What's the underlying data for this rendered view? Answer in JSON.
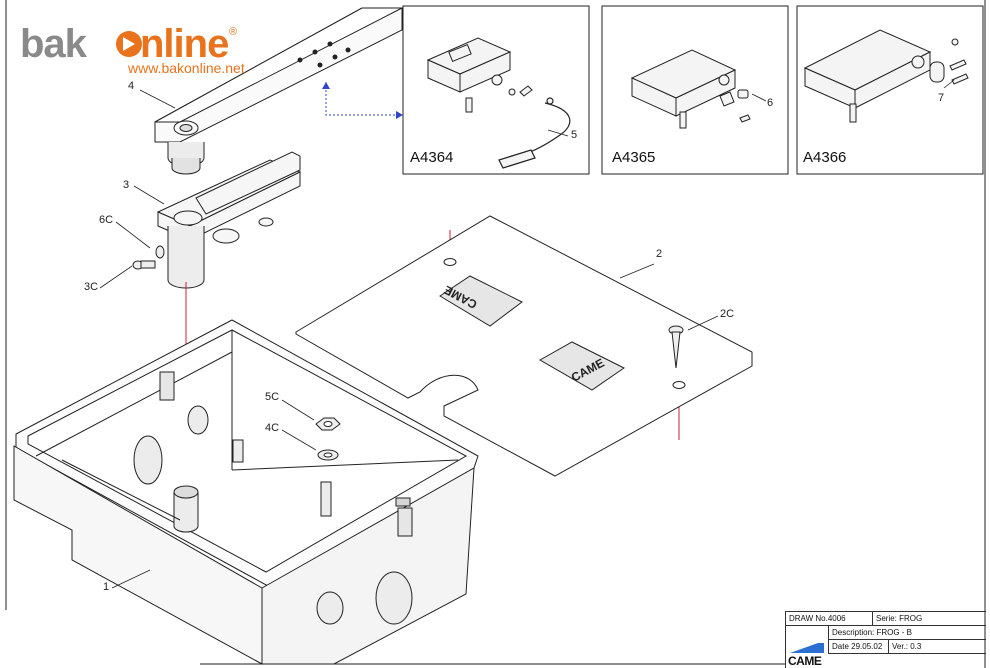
{
  "logo": {
    "part1": "bak",
    "part2": "nline",
    "reg": "®",
    "url": "www.bakonline.net",
    "accent_color": "#e8731c",
    "gray_color": "#8a8a8a"
  },
  "kits": [
    {
      "code": "A4364"
    },
    {
      "code": "A4365"
    },
    {
      "code": "A4366"
    }
  ],
  "callouts": {
    "c1": "1",
    "c2": "2",
    "c2c": "2C",
    "c3": "3",
    "c3c": "3C",
    "c4": "4",
    "c4c": "4C",
    "c5": "5",
    "c5c": "5C",
    "c6": "6",
    "c6c": "6C",
    "c7": "7"
  },
  "plate_logo_text": "CAME",
  "title_block": {
    "draw_no": "DRAW No.4006",
    "serie": "Serie: FROG",
    "description": "Description: FROG - B",
    "date": "Date 29.05.02",
    "ver": "Ver.: 0.3",
    "brand": "CAME"
  }
}
